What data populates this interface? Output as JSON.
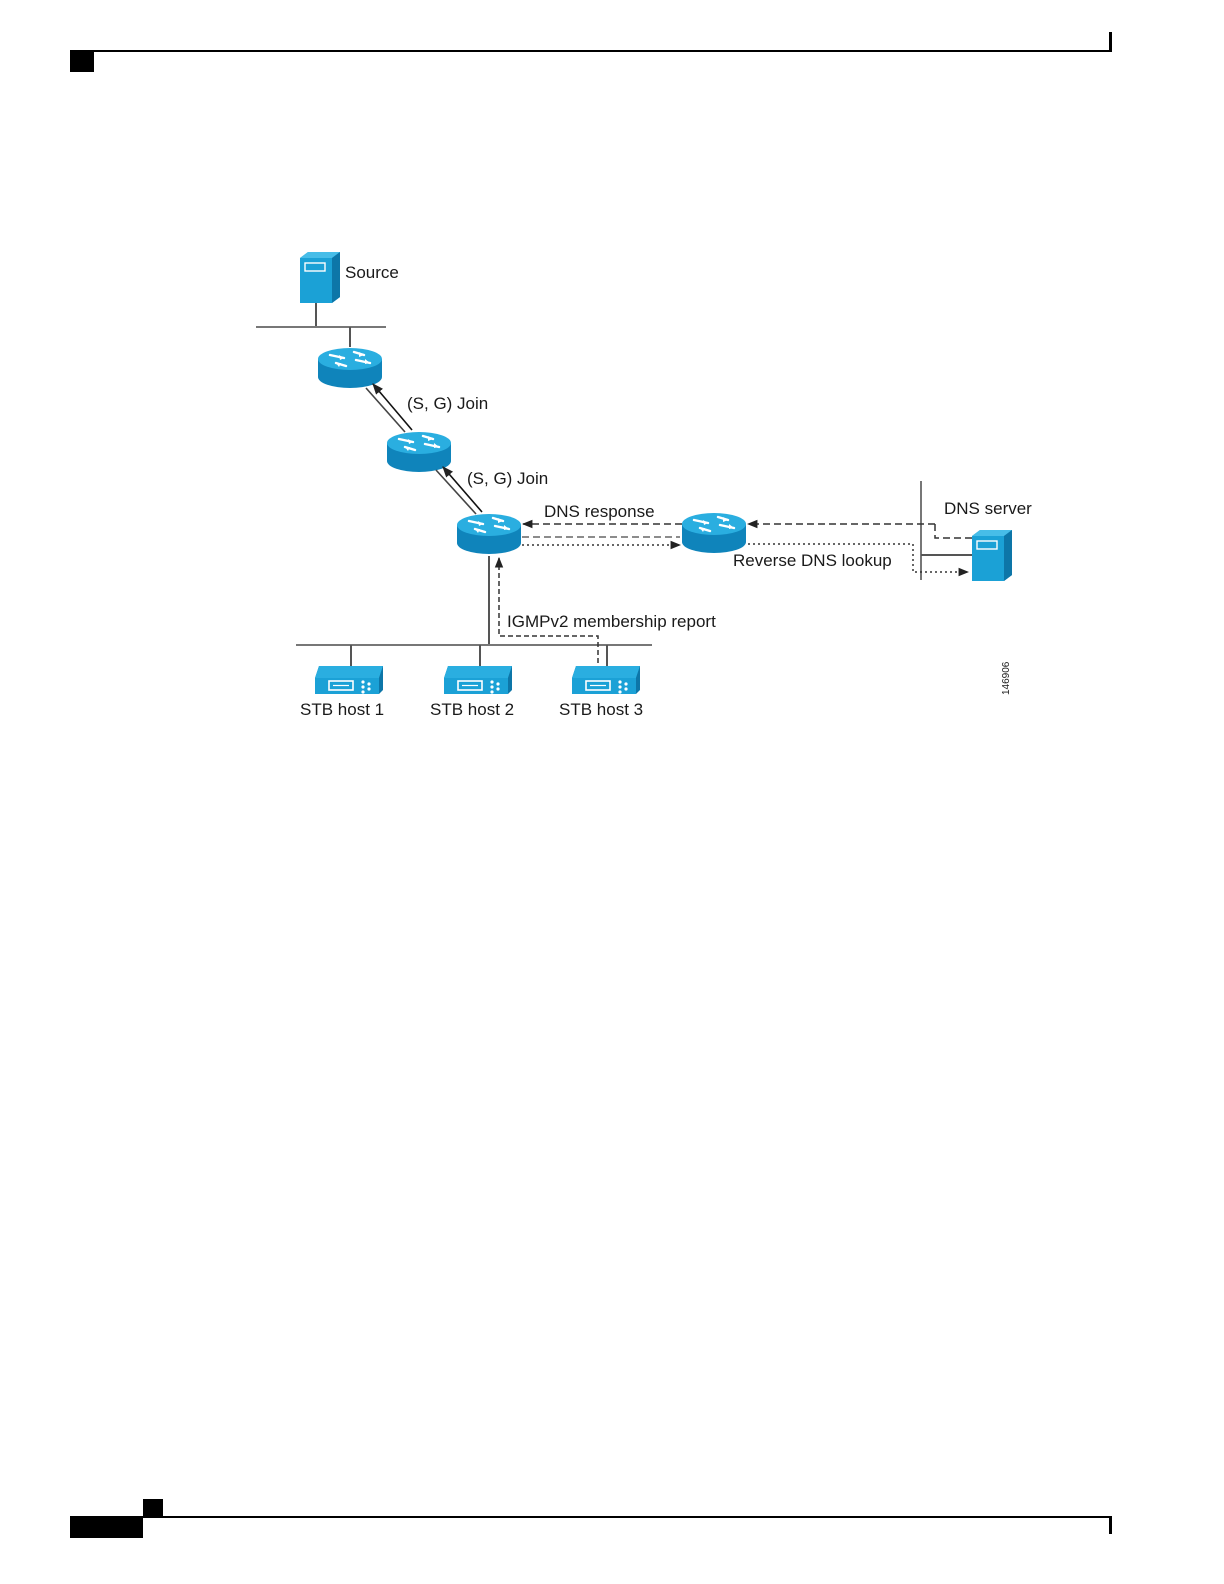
{
  "diagram": {
    "labels": {
      "source": "Source",
      "join_upper": "(S, G) Join",
      "join_lower": "(S, G) Join",
      "dns_response": "DNS response",
      "dns_server": "DNS server",
      "reverse_dns_lookup": "Reverse DNS lookup",
      "igmp_report": "IGMPv2 membership report",
      "stb_host_1": "STB host 1",
      "stb_host_2": "STB host 2",
      "stb_host_3": "STB host 3",
      "figure_id": "146906"
    },
    "colors": {
      "device_fill": "#1ba1d6",
      "device_dark": "#0d76a8",
      "line": "#555555",
      "text": "#1a1a1a"
    }
  }
}
